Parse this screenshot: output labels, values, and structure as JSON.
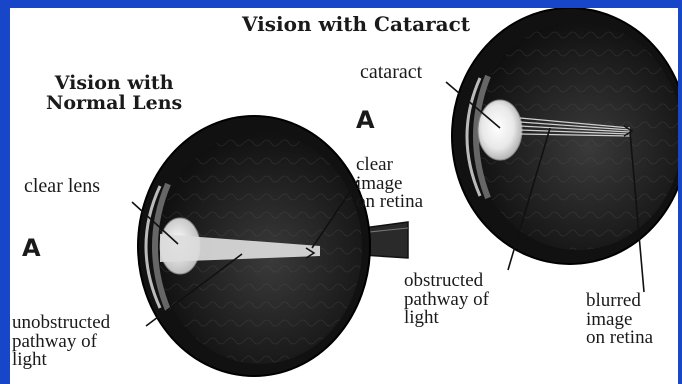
{
  "titles": {
    "cataract_title": "Vision with Cataract",
    "normal_title": "Vision with\nNormal Lens"
  },
  "normal_eye": {
    "marker": "A",
    "clear_lens": "clear lens",
    "clear_image": "clear\nimage\non retina",
    "unobstructed": "unobstructed\npathway of\nlight"
  },
  "cataract_eye": {
    "marker": "A",
    "cataract": "cataract",
    "obstructed": "obstructed\npathway of\nlight",
    "blurred": "blurred\nimage\non retina"
  },
  "colors": {
    "frame": "#1746c9",
    "eye_dark": "#222222",
    "beam": "#dedede"
  }
}
